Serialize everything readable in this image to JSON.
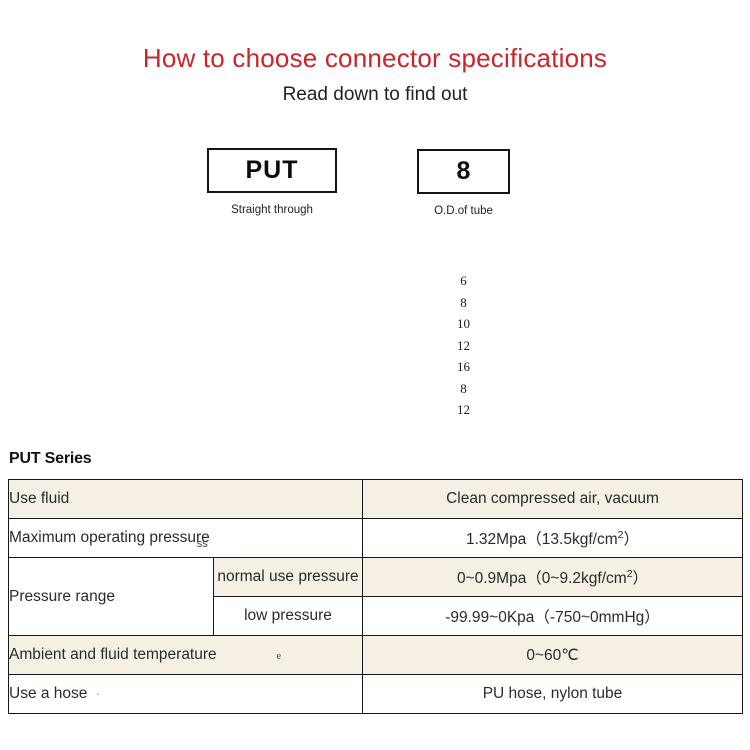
{
  "header": {
    "title": "How to choose connector specifications",
    "subtitle": "Read down to find out",
    "title_color": "#c8262b"
  },
  "code_boxes": [
    {
      "code": "PUT",
      "caption": "Straight through"
    },
    {
      "code": "8",
      "caption": "O.D.of tube"
    }
  ],
  "size_options": [
    "6",
    "8",
    "10",
    "12",
    "16",
    "8",
    "12"
  ],
  "series": {
    "heading": "PUT Series"
  },
  "spec_table": {
    "accent_row_color": "#f6efe5",
    "rows": [
      {
        "label": "Use fluid",
        "value": "Clean compressed air, vacuum",
        "shaded": true
      },
      {
        "label": "Maximum operating pressure",
        "artifact": "ss",
        "value": "1.32Mpa（13.5kgf/cm",
        "value_sup": "2",
        "value_tail": "）",
        "shaded": false
      },
      {
        "label": "Pressure range",
        "sublabel": "normal use pressure",
        "value": "0~0.9Mpa（0~9.2kgf/cm",
        "value_sup": "2",
        "value_tail": "）",
        "shaded": true
      },
      {
        "sublabel": "low pressure",
        "value": "-99.99~0Kpa（-750~0mmHg）",
        "shaded": false
      },
      {
        "label": "Ambient and fluid temperature",
        "artifact_e": "e",
        "value": "0~60℃",
        "shaded": true
      },
      {
        "label": "Use a hose",
        "value": "PU hose, nylon tube",
        "shaded": false
      }
    ]
  }
}
